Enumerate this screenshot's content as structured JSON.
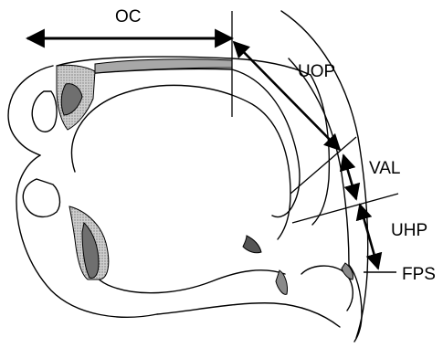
{
  "diagram": {
    "labels": {
      "oc": "OC",
      "uop": "UOP",
      "val": "VAL",
      "uhp": "UHP",
      "fps": "FPS"
    },
    "colors": {
      "line": "#000000",
      "shade_dark": "#6f6f6f",
      "shade_mid": "#a8a8a8",
      "shade_light": "#d2d2d2",
      "background": "#ffffff"
    }
  }
}
